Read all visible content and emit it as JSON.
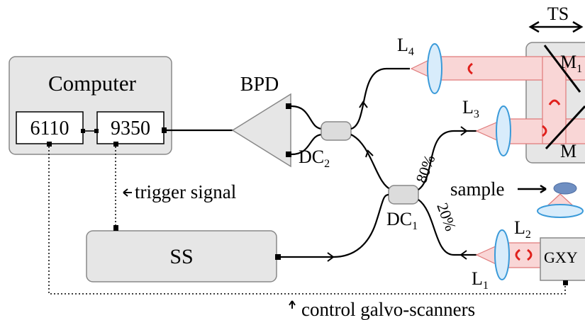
{
  "labels": {
    "computer": "Computer",
    "card_6110": "6110",
    "card_9350": "9350",
    "bpd": "BPD",
    "dc2_main": "DC",
    "dc2_sub": "2",
    "dc1_main": "DC",
    "dc1_sub": "1",
    "l4_main": "L",
    "l4_sub": "4",
    "l3_main": "L",
    "l3_sub": "3",
    "l2_main": "L",
    "l2_sub": "2",
    "l1_main": "L",
    "l1_sub": "1",
    "ts": "TS",
    "m_upper": "M",
    "m_upper_sub": "1",
    "m_lower": "M",
    "ratio_80": "80%",
    "ratio_20": "20%",
    "sample": "sample",
    "trigger": "trigger signal",
    "ss": "SS",
    "gxy": "GXY",
    "control": "control galvo-scanners"
  },
  "colors": {
    "box_fill": "#e6e6e6",
    "box_stroke": "#888888",
    "beam_fill": "#f9d6d6",
    "beam_stroke": "#e07a7a",
    "lens_fill": "#d8ecfb",
    "lens_stroke": "#3a9ad9",
    "arrow_red": "#e0201c",
    "sample_blue": "#6f8fc2"
  }
}
